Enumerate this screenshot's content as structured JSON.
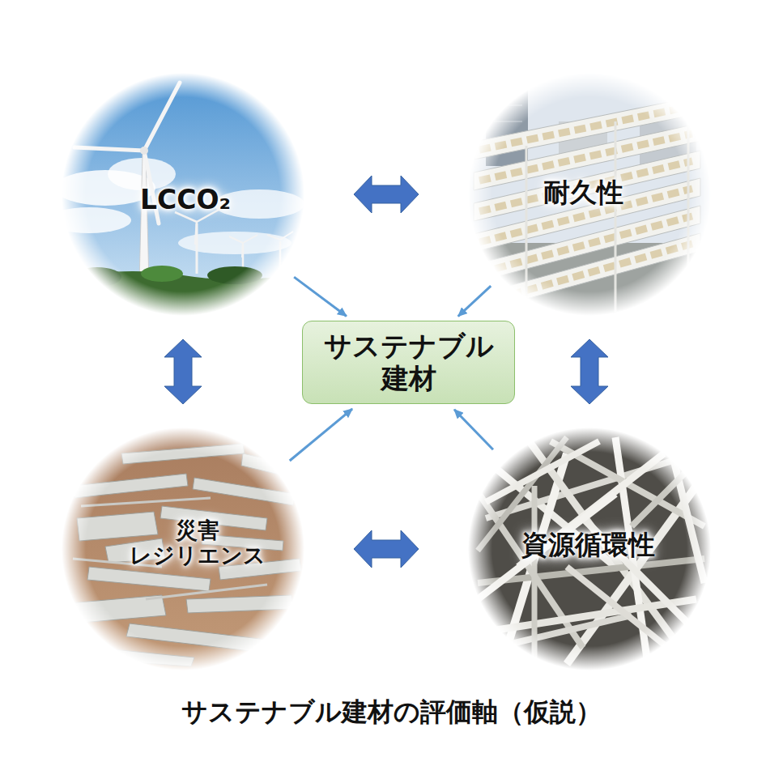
{
  "diagram": {
    "caption": "サステナブル建材の評価軸（仮説）",
    "nodes": [
      {
        "text": [
          "LCCO₂"
        ]
      },
      {
        "text": [
          "耐久性"
        ]
      },
      {
        "text": [
          "サステナブル 建材"
        ]
      },
      {
        "text": [
          "災害 レジリエンス"
        ]
      },
      {
        "text": [
          "資源循環性"
        ]
      }
    ],
    "edges": [
      {
        "from": 0,
        "to": 1,
        "arrow": "both"
      },
      {
        "from": 0,
        "to": 3,
        "arrow": "both"
      },
      {
        "from": 1,
        "to": 4,
        "arrow": "both"
      },
      {
        "from": 3,
        "to": 4,
        "arrow": "both"
      },
      {
        "from": 0,
        "to": 2,
        "arrow": "to"
      },
      {
        "from": 1,
        "to": 2,
        "arrow": "to"
      },
      {
        "from": 3,
        "to": 2,
        "arrow": "to"
      },
      {
        "from": 4,
        "to": 2,
        "arrow": "to"
      }
    ]
  }
}
